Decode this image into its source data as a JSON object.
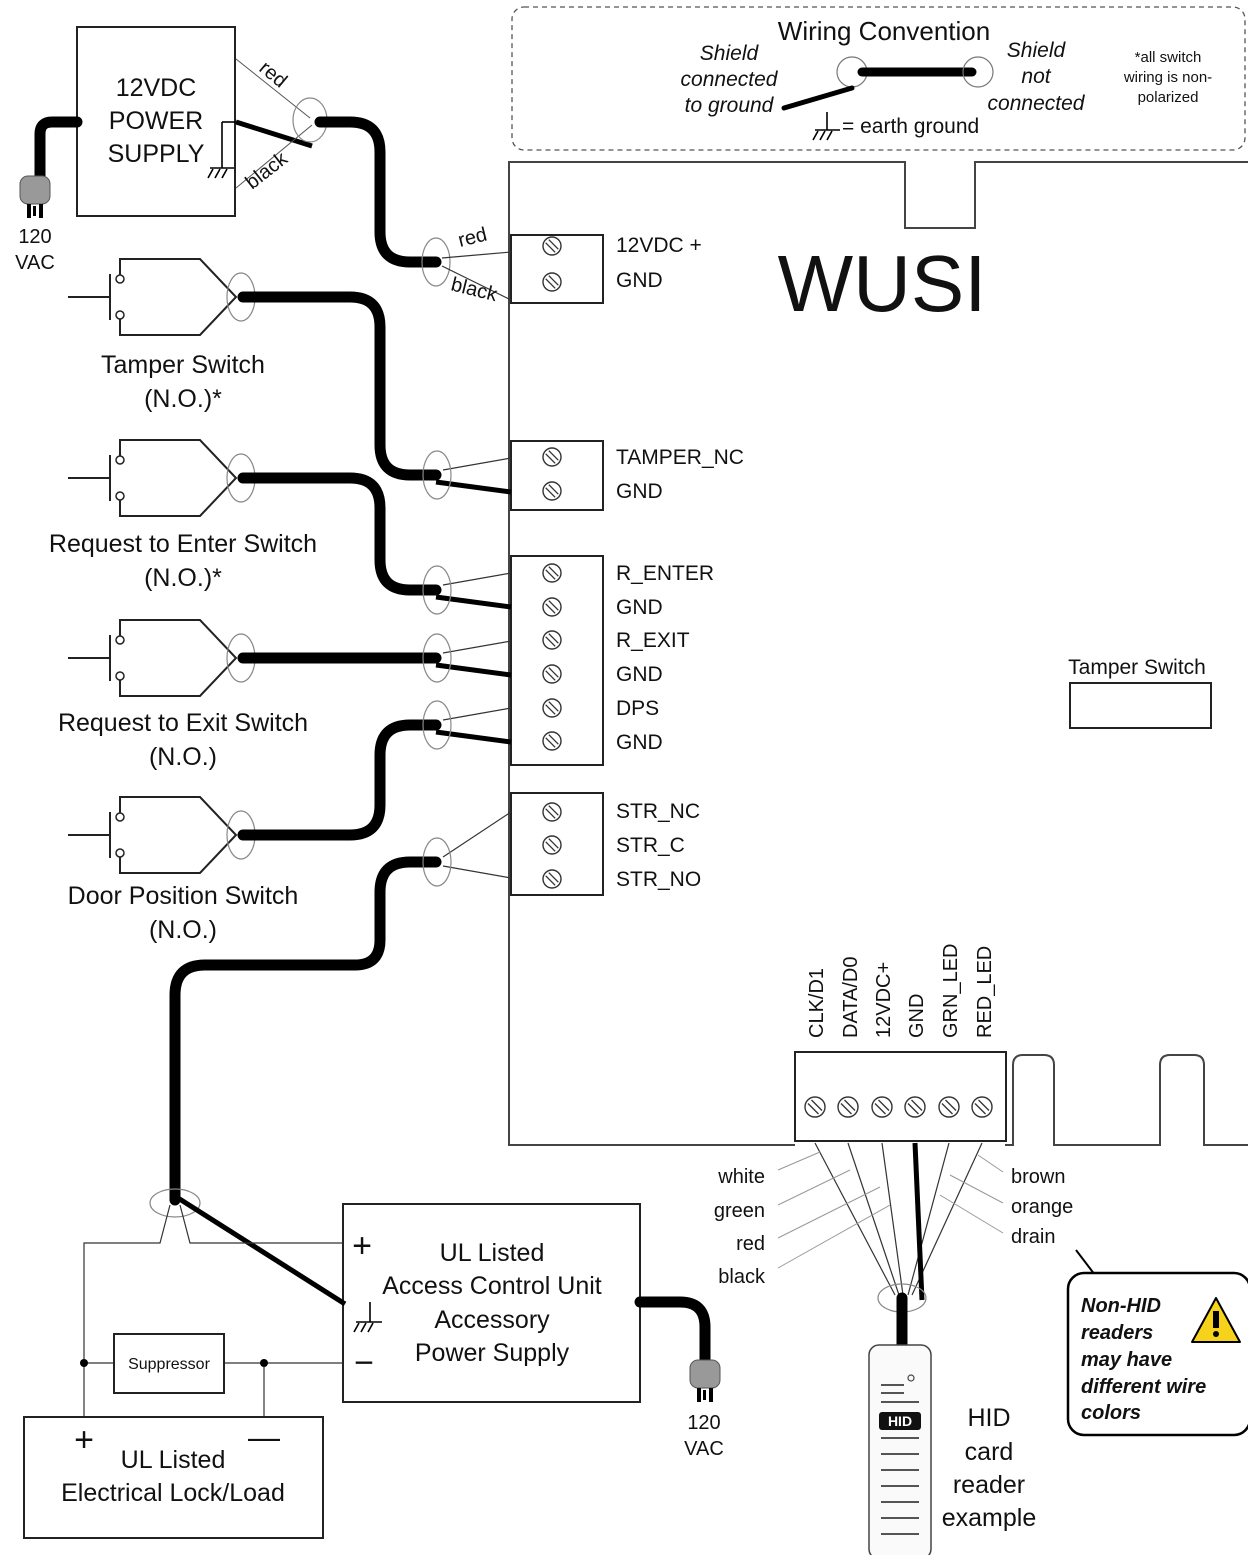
{
  "wiring_convention": {
    "title": "Wiring Convention",
    "shield_connected": [
      "Shield",
      "connected",
      "to ground"
    ],
    "shield_not_connected": [
      "Shield",
      "not",
      "connected"
    ],
    "earth_ground": "= earth ground",
    "note": [
      "*all switch",
      "wiring is non-",
      "polarized"
    ]
  },
  "power_supply_12v": {
    "label": [
      "12VDC",
      "POWER",
      "SUPPLY"
    ],
    "red": "red",
    "black": "black",
    "plug": [
      "120",
      "VAC"
    ]
  },
  "wusi": {
    "title": "WUSI",
    "tamper_switch_label": "Tamper Switch",
    "power_wire_red": "red",
    "power_wire_black": "black",
    "terminals": {
      "power": [
        "12VDC +",
        "GND"
      ],
      "tamper": [
        "TAMPER_NC",
        "GND"
      ],
      "inputs": [
        "R_ENTER",
        "GND",
        "R_EXIT",
        "GND",
        "DPS",
        "GND"
      ],
      "strike": [
        "STR_NC",
        "STR_C",
        "STR_NO"
      ]
    },
    "reader_terminals": [
      "CLK/D1",
      "DATA/D0",
      "12VDC+",
      "GND",
      "GRN_LED",
      "RED_LED"
    ]
  },
  "switches": [
    {
      "name": "Tamper Switch",
      "type": "(N.O.)*"
    },
    {
      "name": "Request to Enter Switch",
      "type": "(N.O.)*"
    },
    {
      "name": "Request to Exit Switch",
      "type": "(N.O.)"
    },
    {
      "name": "Door Position Switch",
      "type": "(N.O.)"
    }
  ],
  "reader_wires_left": [
    "white",
    "green",
    "red",
    "black"
  ],
  "reader_wires_right": [
    "brown",
    "orange",
    "drain"
  ],
  "warning_note": [
    "Non-HID",
    "readers",
    "may have",
    "different wire",
    "colors"
  ],
  "hid_reader": {
    "logo": "HID",
    "label": [
      "HID",
      "card",
      "reader",
      "example"
    ]
  },
  "accessory_psu": {
    "label": [
      "UL Listed",
      "Access Control Unit",
      "Accessory",
      "Power Supply"
    ],
    "plus": "+",
    "minus": "−",
    "plug": [
      "120",
      "VAC"
    ]
  },
  "suppressor": "Suppressor",
  "lock": {
    "label": [
      "UL Listed",
      "Electrical Lock/Load"
    ],
    "plus": "+",
    "minus": "—"
  }
}
